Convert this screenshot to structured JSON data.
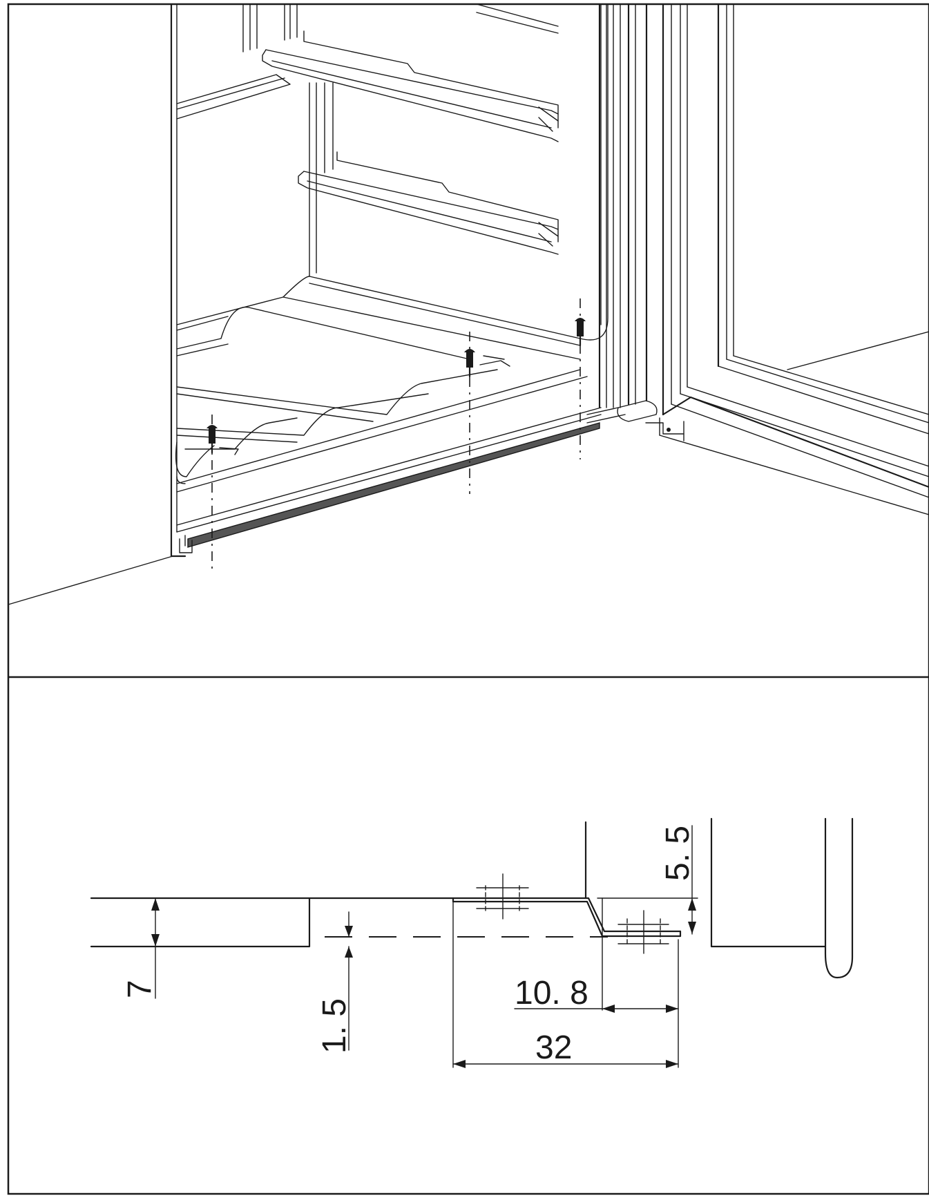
{
  "diagram": {
    "top_panel": {
      "subject": "cabinet-interior-with-bottom-rail",
      "fastener_count": 3
    },
    "bottom_panel": {
      "dimensions": [
        {
          "id": "dim-7",
          "label": "7"
        },
        {
          "id": "dim-1-5",
          "label": "1. 5"
        },
        {
          "id": "dim-5-5",
          "label": "5. 5"
        },
        {
          "id": "dim-10-8",
          "label": "10. 8"
        },
        {
          "id": "dim-32",
          "label": "32"
        }
      ]
    },
    "colors": {
      "line": "#1a1a1a",
      "background": "#ffffff",
      "rail_fill": "#555555"
    }
  }
}
